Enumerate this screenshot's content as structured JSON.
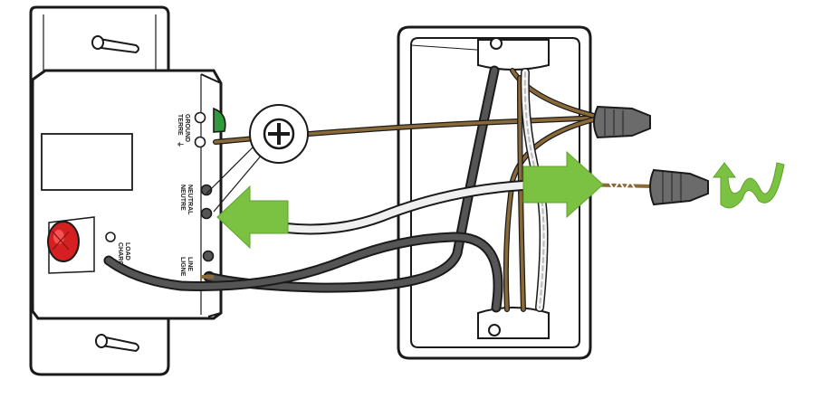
{
  "switch_labels": {
    "ground_en": "GROUND",
    "ground_fr": "TERRE",
    "neutral_en": "NEUTRAL",
    "neutral_fr": "NEUTRE",
    "load_en": "LOAD",
    "load_fr": "CHARGE",
    "line_en": "LINE",
    "line_fr": "LIGNE"
  },
  "colors": {
    "arrow_green": "#7cc242",
    "ground_wire": "#8b6a3a",
    "neutral_wire": "#ededed",
    "hot_wire": "#444444",
    "outline": "#1a1a1a",
    "led_red": "#d42020",
    "green_screw": "#2e9a3a",
    "wire_nut": "#6b6b6b"
  },
  "icons": {
    "ground_screw_callout": "phillips-screw-icon",
    "hand_wave": "wave-gesture-icon"
  }
}
